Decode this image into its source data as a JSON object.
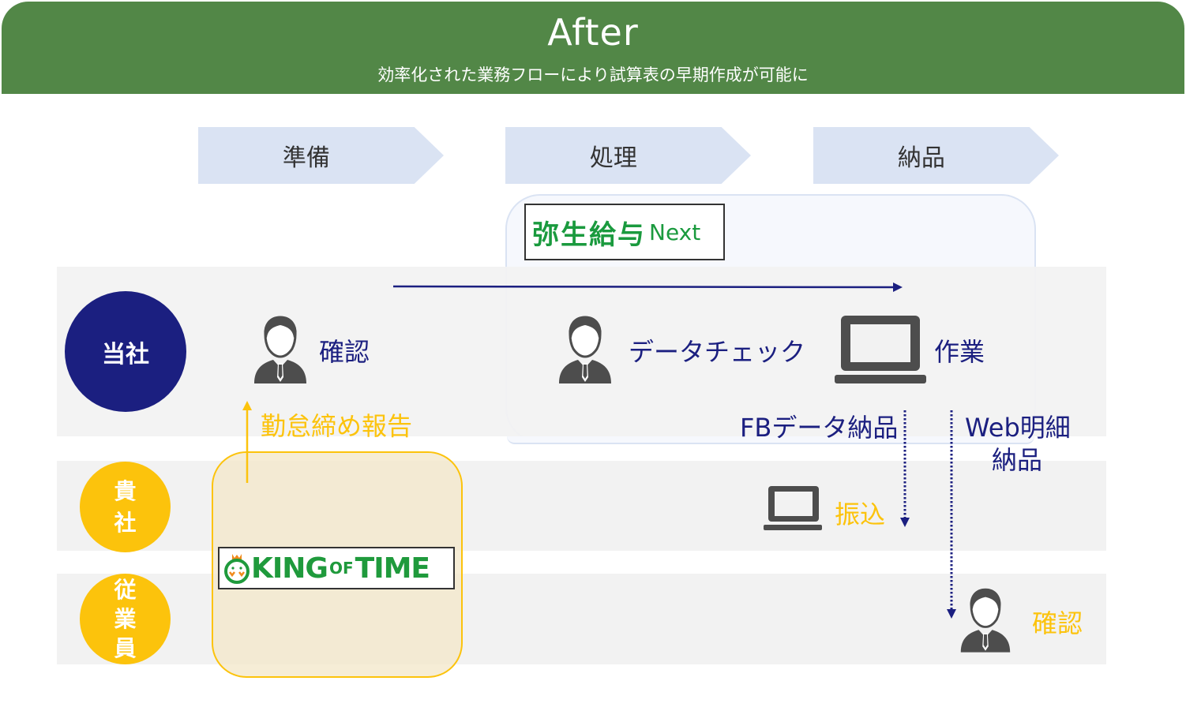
{
  "header": {
    "title": "After",
    "subtitle": "効率化された業務フローにより試算表の早期作成が可能に",
    "bg_color": "#528747"
  },
  "phases": [
    {
      "label": "準備"
    },
    {
      "label": "処理"
    },
    {
      "label": "納品"
    }
  ],
  "lanes": [
    {
      "label": "当社",
      "color": "#1b1f80"
    },
    {
      "label_chars": [
        "貴",
        "社"
      ],
      "label": "貴社",
      "color": "#fcc30c"
    },
    {
      "label_chars": [
        "従",
        "業",
        "員"
      ],
      "label": "従業員",
      "color": "#fcc30c"
    }
  ],
  "tools": {
    "yayoi": {
      "name_jp": "弥生給与",
      "name_en": "Next",
      "color": "#1a9a3e"
    },
    "king_of_time": {
      "name_king": "KING",
      "name_of": "OF",
      "name_time": "TIME",
      "color": "#1f9a3c"
    }
  },
  "steps": {
    "our_confirm": {
      "label": "確認",
      "icon": "person-icon"
    },
    "data_check": {
      "label": "データチェック",
      "icon": "person-icon"
    },
    "work": {
      "label": "作業",
      "icon": "laptop-icon"
    },
    "attendance_report": {
      "label": "勤怠締め報告"
    },
    "fb_delivery": {
      "label": "FBデータ納品"
    },
    "web_delivery": {
      "line1": "Web明細",
      "line2": "納品"
    },
    "transfer": {
      "label": "振込",
      "icon": "laptop-icon"
    },
    "employee_confirm": {
      "label": "確認",
      "icon": "person-icon"
    }
  },
  "colors": {
    "navy": "#1b1f80",
    "gold": "#fcc30c",
    "chevron": "#dae3f3",
    "band": "#f2f2f2",
    "icon": "#4d4d4d"
  }
}
